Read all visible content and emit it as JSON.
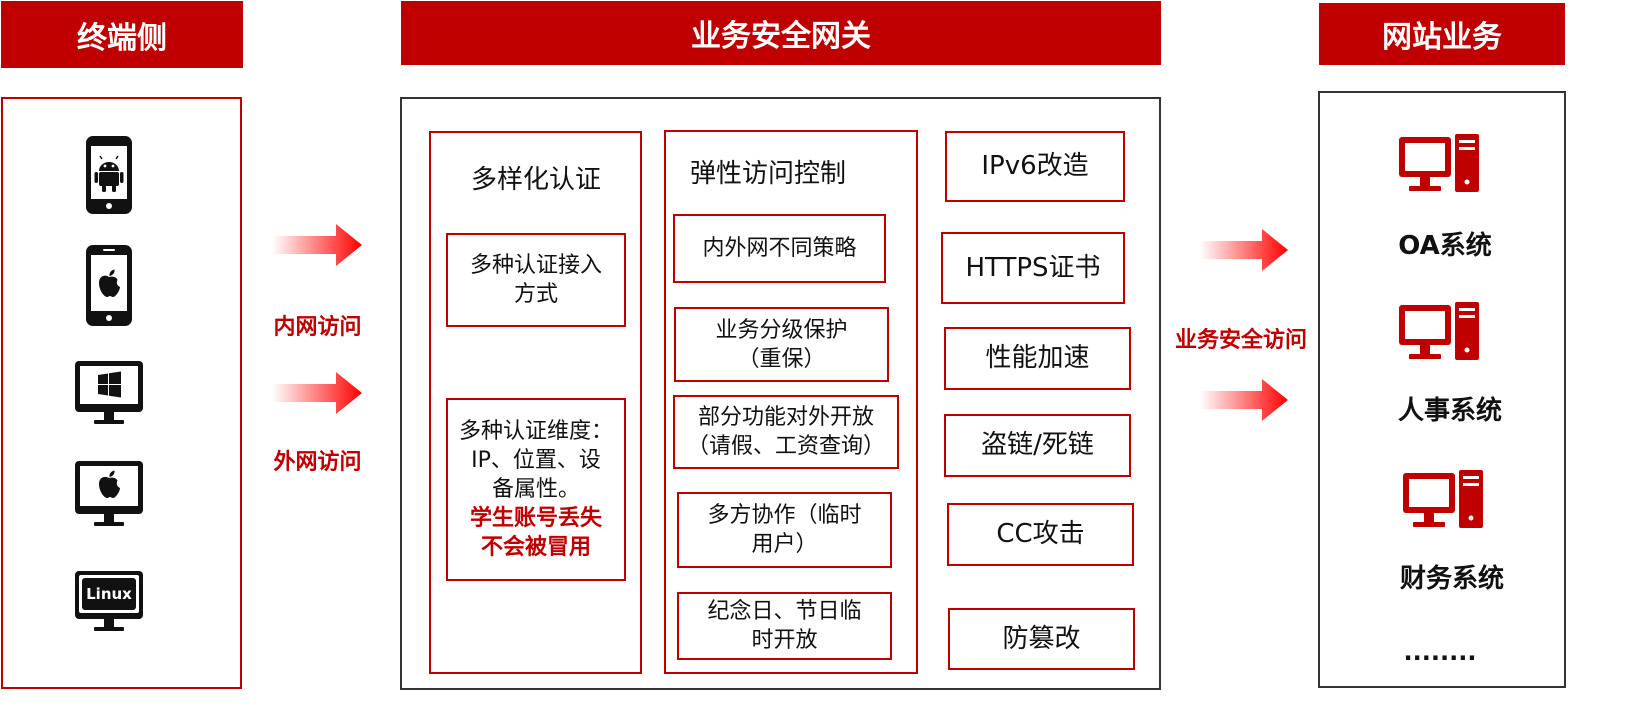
{
  "headers": {
    "left": "终端侧",
    "center": "业务安全网关",
    "right": "网站业务"
  },
  "devices": [
    {
      "icon": "android-phone-icon"
    },
    {
      "icon": "apple-phone-icon"
    },
    {
      "icon": "windows-monitor-icon"
    },
    {
      "icon": "mac-monitor-icon"
    },
    {
      "icon": "linux-monitor-icon",
      "label": "Linux"
    }
  ],
  "left_arrows": {
    "inner_label": "内网访问",
    "outer_label": "外网访问"
  },
  "right_arrows": {
    "label": "业务安全访问"
  },
  "auth": {
    "title": "多样化认证",
    "box1": {
      "line1": "多种认证接入",
      "line2": "方式"
    },
    "box2": {
      "line1": "多种认证维度：",
      "line2": "IP、位置、设",
      "line3": "备属性。",
      "red1": "学生账号丢失",
      "red2": "不会被冒用"
    }
  },
  "access": {
    "title": "弹性访问控制",
    "items": [
      {
        "line1": "内外网不同策略",
        "line2": ""
      },
      {
        "line1": "业务分级保护",
        "line2": "（重保）"
      },
      {
        "line1": "部分功能对外开放",
        "line2": "（请假、工资查询）"
      },
      {
        "line1": "多方协作（临时",
        "line2": "用户）"
      },
      {
        "line1": "纪念日、节日临",
        "line2": "时开放"
      }
    ]
  },
  "features": [
    "IPv6改造",
    "HTTPS证书",
    "性能加速",
    "盗链/死链",
    "CC攻击",
    "防篡改"
  ],
  "systems": [
    {
      "label": "OA系统",
      "icon": "server-computer-icon"
    },
    {
      "label": "人事系统",
      "icon": "server-computer-icon"
    },
    {
      "label": "财务系统",
      "icon": "server-computer-icon"
    }
  ],
  "systems_more": "........",
  "colors": {
    "accent": "#c00000",
    "border_dark": "#333333"
  }
}
